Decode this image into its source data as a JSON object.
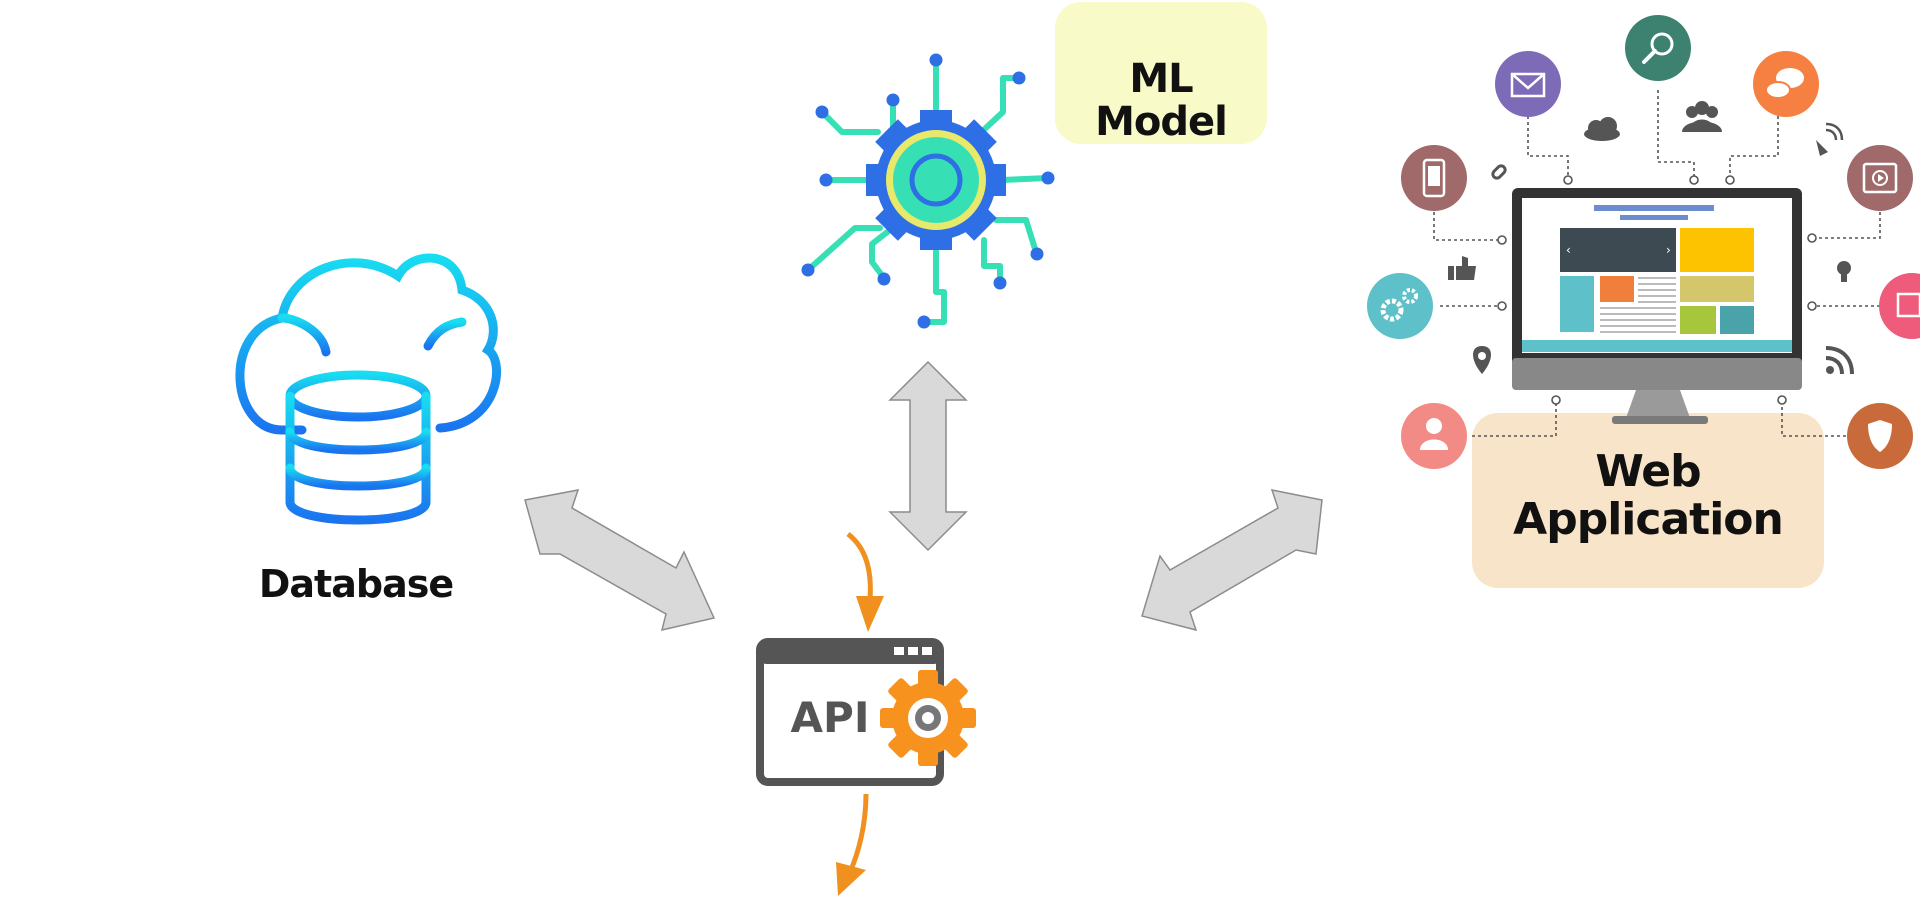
{
  "nodes": {
    "database": {
      "label": "Database"
    },
    "ml_model": {
      "label_line1": "ML",
      "label_line2": "Model"
    },
    "api": {
      "label": "API"
    },
    "web_application": {
      "label_line1": "Web",
      "label_line2": "Application"
    }
  },
  "colors": {
    "arrow_fill": "#d9d9d9",
    "arrow_stroke": "#8c8c8c",
    "flow_arrow": "#f0901e",
    "ml_box": "#f8fac8",
    "web_box": "#f8e4c8",
    "db_gradient_top": "#18d8f0",
    "db_gradient_bottom": "#1a78f0",
    "api_gray": "#555555",
    "api_gear": "#f7921e",
    "chip_blue": "#2f6fe6",
    "chip_teal": "#36e0b4",
    "chip_yellow": "#e8e86a"
  },
  "icons": {
    "database": "cloud-database-icon",
    "ml_model": "circuit-gear-icon",
    "api": "api-window-gear-icon",
    "web_application": "monitor-web-icon",
    "web_satellites": [
      "email-icon",
      "search-icon",
      "chat-icon",
      "mobile-icon",
      "video-icon",
      "settings-icon",
      "image-icon",
      "user-icon",
      "shield-icon",
      "cloud-icon",
      "group-icon",
      "link-icon",
      "thumbs-up-icon",
      "lightbulb-icon",
      "location-pin-icon",
      "rss-icon",
      "satellite-icon"
    ]
  }
}
